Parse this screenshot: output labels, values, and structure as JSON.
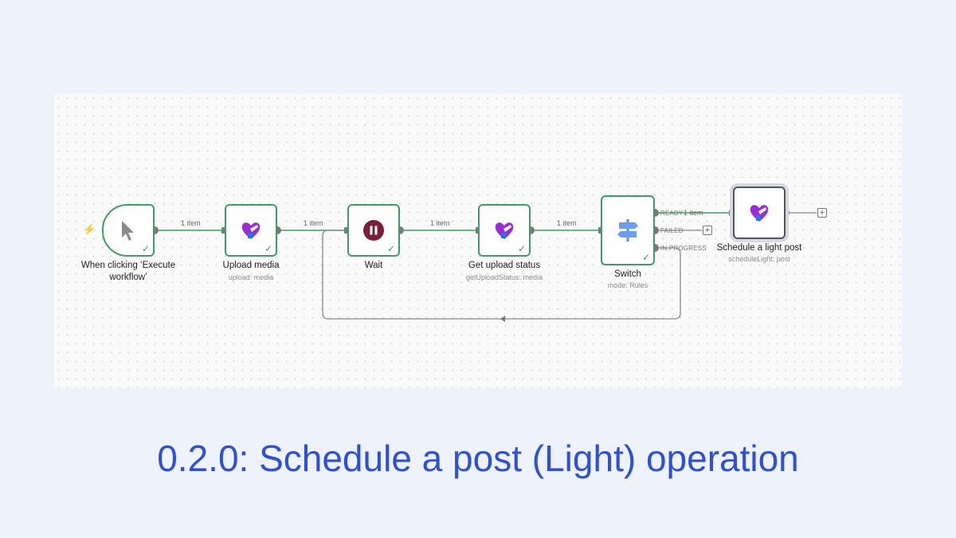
{
  "colors": {
    "background": "#eef2fb",
    "accent": "#2f4fd6",
    "success": "#3f9c66",
    "wait_icon": "#7a1f3b"
  },
  "nodes": {
    "trigger": {
      "label": "When clicking ‘Execute workflow’",
      "icon": "cursor-icon"
    },
    "upload_media": {
      "label": "Upload media",
      "sub": "upload: media",
      "icon": "heart-app-icon"
    },
    "wait": {
      "label": "Wait",
      "icon": "pause-icon"
    },
    "get_upload_status": {
      "label": "Get upload status",
      "sub": "getUploadStatus: media",
      "icon": "heart-app-icon"
    },
    "switch": {
      "label": "Switch",
      "sub": "mode: Rules",
      "icon": "signpost-icon",
      "outputs": [
        "READY",
        "FAILED",
        "IN PROGRESS"
      ]
    },
    "schedule_light_post": {
      "label": "Schedule a light post",
      "sub": "scheduleLight: post",
      "icon": "heart-app-icon"
    }
  },
  "edges": {
    "item_label": "1 item"
  },
  "check_mark": "✓",
  "plus_glyph": "+",
  "bolt_glyph": "⚡",
  "headline": "0.2.0: Schedule a post (Light) operation"
}
